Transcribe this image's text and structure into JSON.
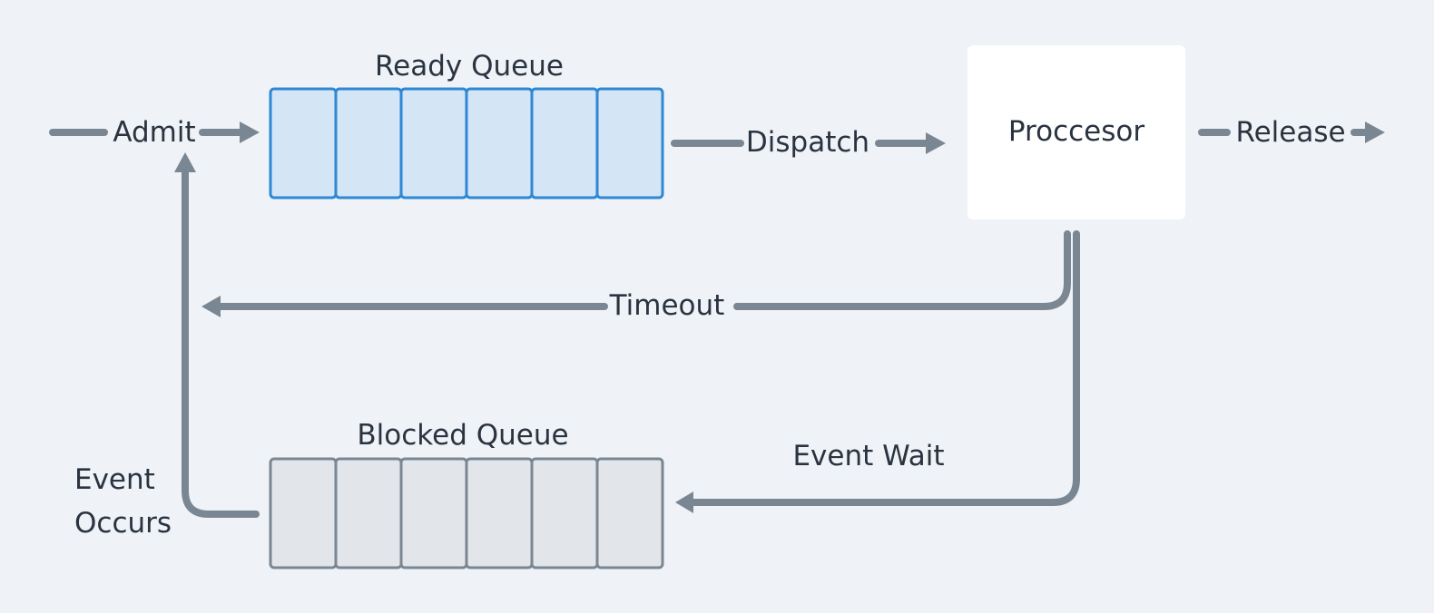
{
  "diagram": {
    "ready_queue": {
      "title": "Ready Queue",
      "slot_count": 6
    },
    "blocked_queue": {
      "title": "Blocked Queue",
      "slot_count": 6
    },
    "processor": {
      "label": "Proccesor"
    },
    "edges": {
      "admit": "Admit",
      "dispatch": "Dispatch",
      "release": "Release",
      "timeout": "Timeout",
      "event_wait": "Event Wait",
      "event_occurs_line1": "Event",
      "event_occurs_line2": "Occurs"
    },
    "colors": {
      "background": "#eff3f7",
      "ready_fill": "#d4e5f6",
      "ready_border": "#2e88d4",
      "blocked_fill": "#e2e6ea",
      "blocked_border": "#7a8793",
      "arrow": "#7a8793",
      "text": "#2a3340"
    }
  }
}
